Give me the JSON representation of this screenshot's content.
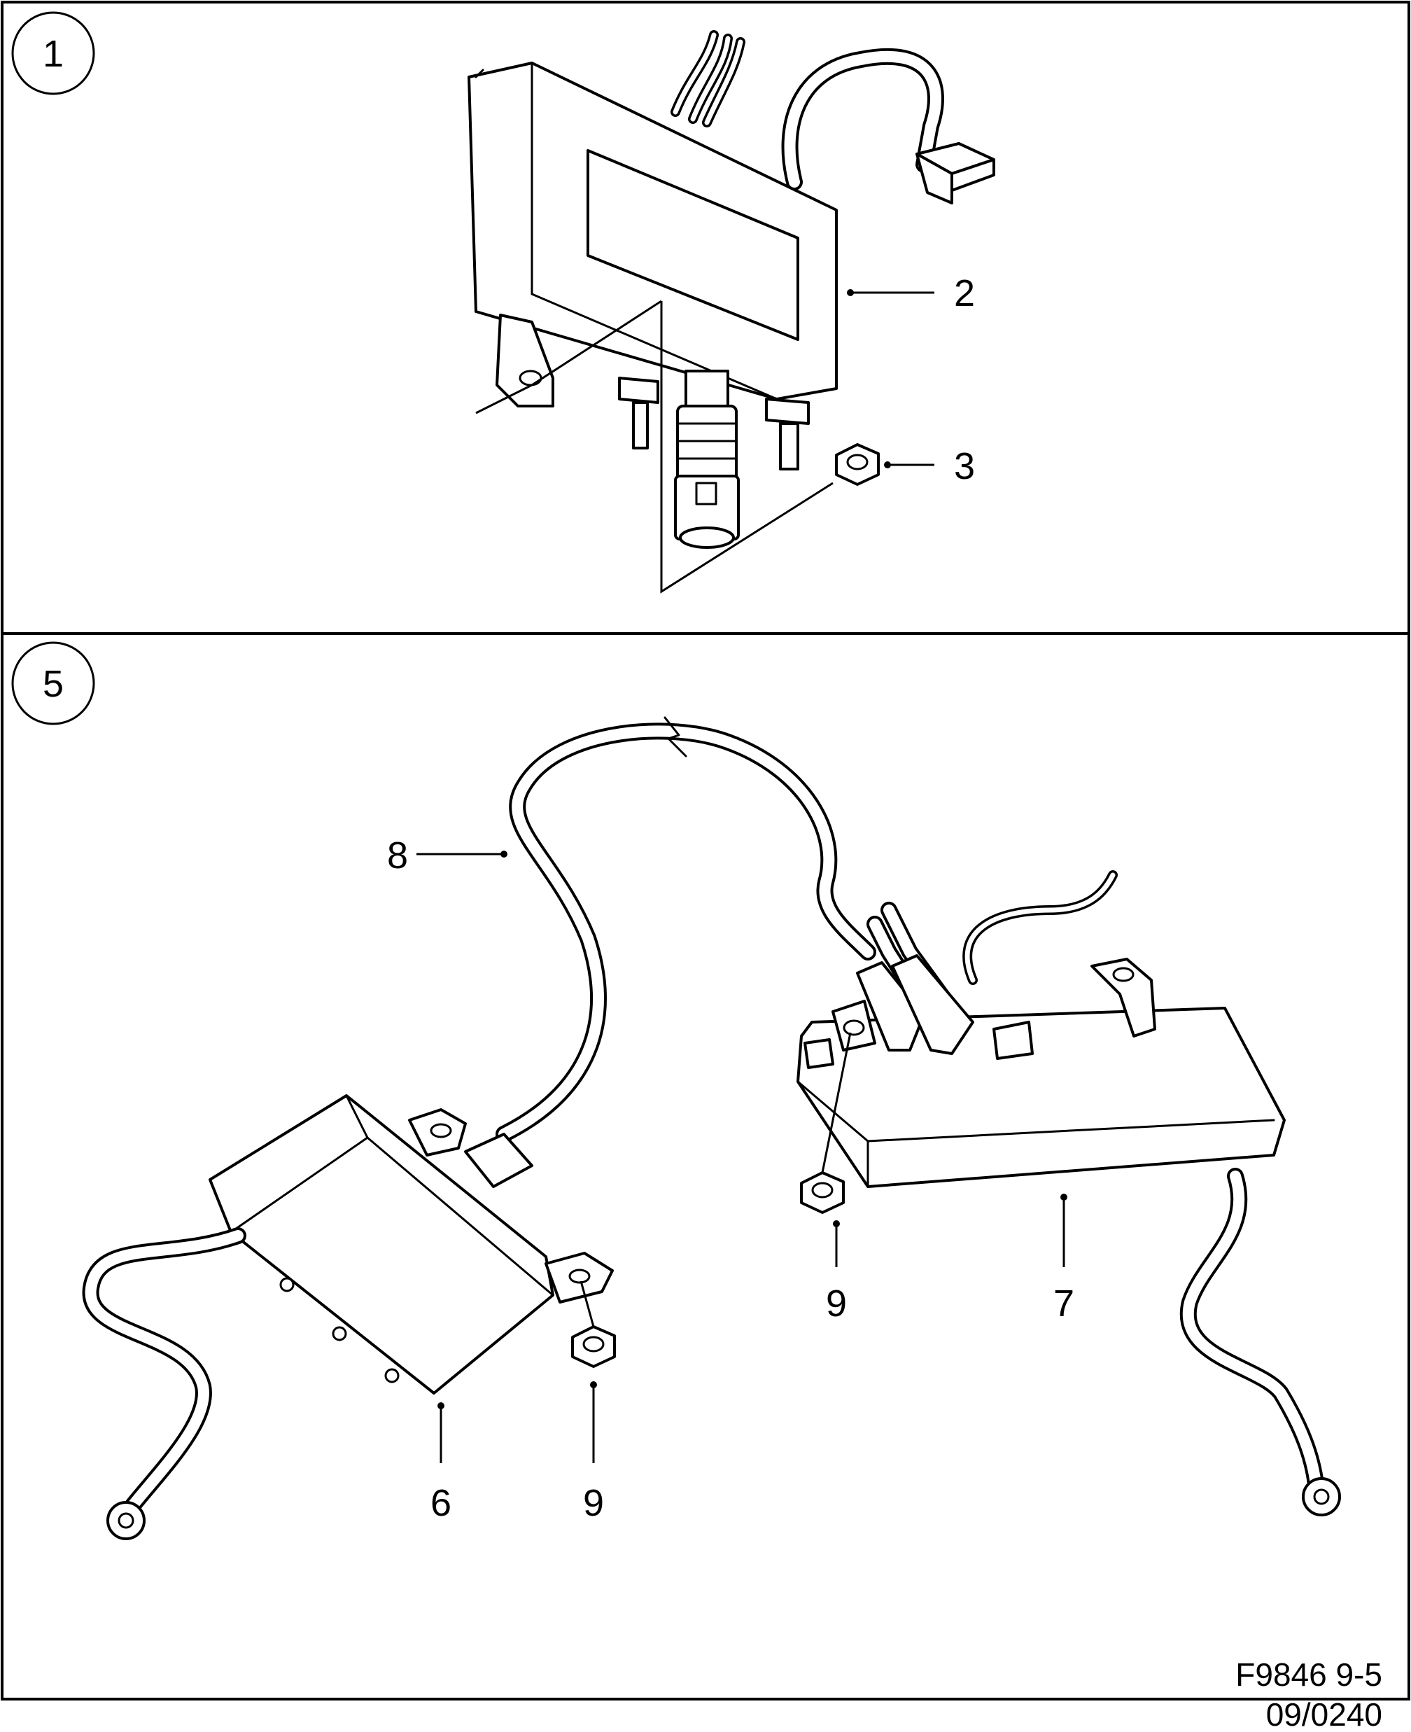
{
  "panels": [
    {
      "number": "1"
    },
    {
      "number": "5"
    }
  ],
  "callouts": {
    "c2": "2",
    "c3": "3",
    "c6": "6",
    "c7": "7",
    "c8": "8",
    "c9a": "9",
    "c9b": "9"
  },
  "footer": {
    "figure_code": "F9846 9-5",
    "date_code": "09/0240"
  }
}
